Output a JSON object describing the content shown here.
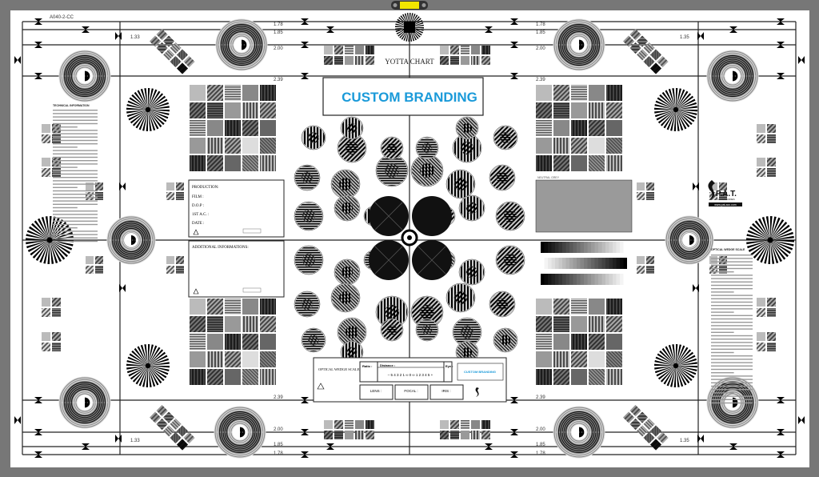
{
  "chart": {
    "code": "A040-2-CC",
    "title": "YOTTA CHART",
    "branding": "CUSTOM BRANDING",
    "ratios": {
      "r178": "1.78",
      "r185": "1.85",
      "r200": "2.00",
      "r239": "2.39",
      "r133": "1.33",
      "r135": "1.35"
    }
  },
  "production_box": {
    "heading": "PRODUCTION:",
    "fields": [
      "FILM :",
      "D.O.P :",
      "1ST A.C. :",
      "DATE :"
    ]
  },
  "additional_box": {
    "heading": "ADDITIONAL INFORMATIONS:"
  },
  "bottom_panel": {
    "wedge_title": "OPTICAL WEDGE SCALE",
    "ratio_label": "Ratio :",
    "distance_label": "Distance :",
    "eye_label": "Eye :",
    "scale": "– 5 4 3 2 1 ∞ 0 ∞ 1 2 3 4 5 +",
    "lens_label": "LENS :",
    "focal_label": "FOCAL :",
    "iris_label": "IRIS :",
    "branding_small": "CUSTOM BRANDING"
  },
  "logo": {
    "name": "P.A.T.",
    "sub": "ACCESSORIES",
    "url": "www.pat-acc.com"
  },
  "left_notes_title": "TECHNICAL INFORMATION",
  "right_notes_title": "OPTICAL WEDGE SCALE",
  "neutral_grey_label": "NEUTRAL GREY",
  "colors": {
    "brand": "#1a9ad9",
    "background": "#777777",
    "indicator": "#f2e600"
  }
}
